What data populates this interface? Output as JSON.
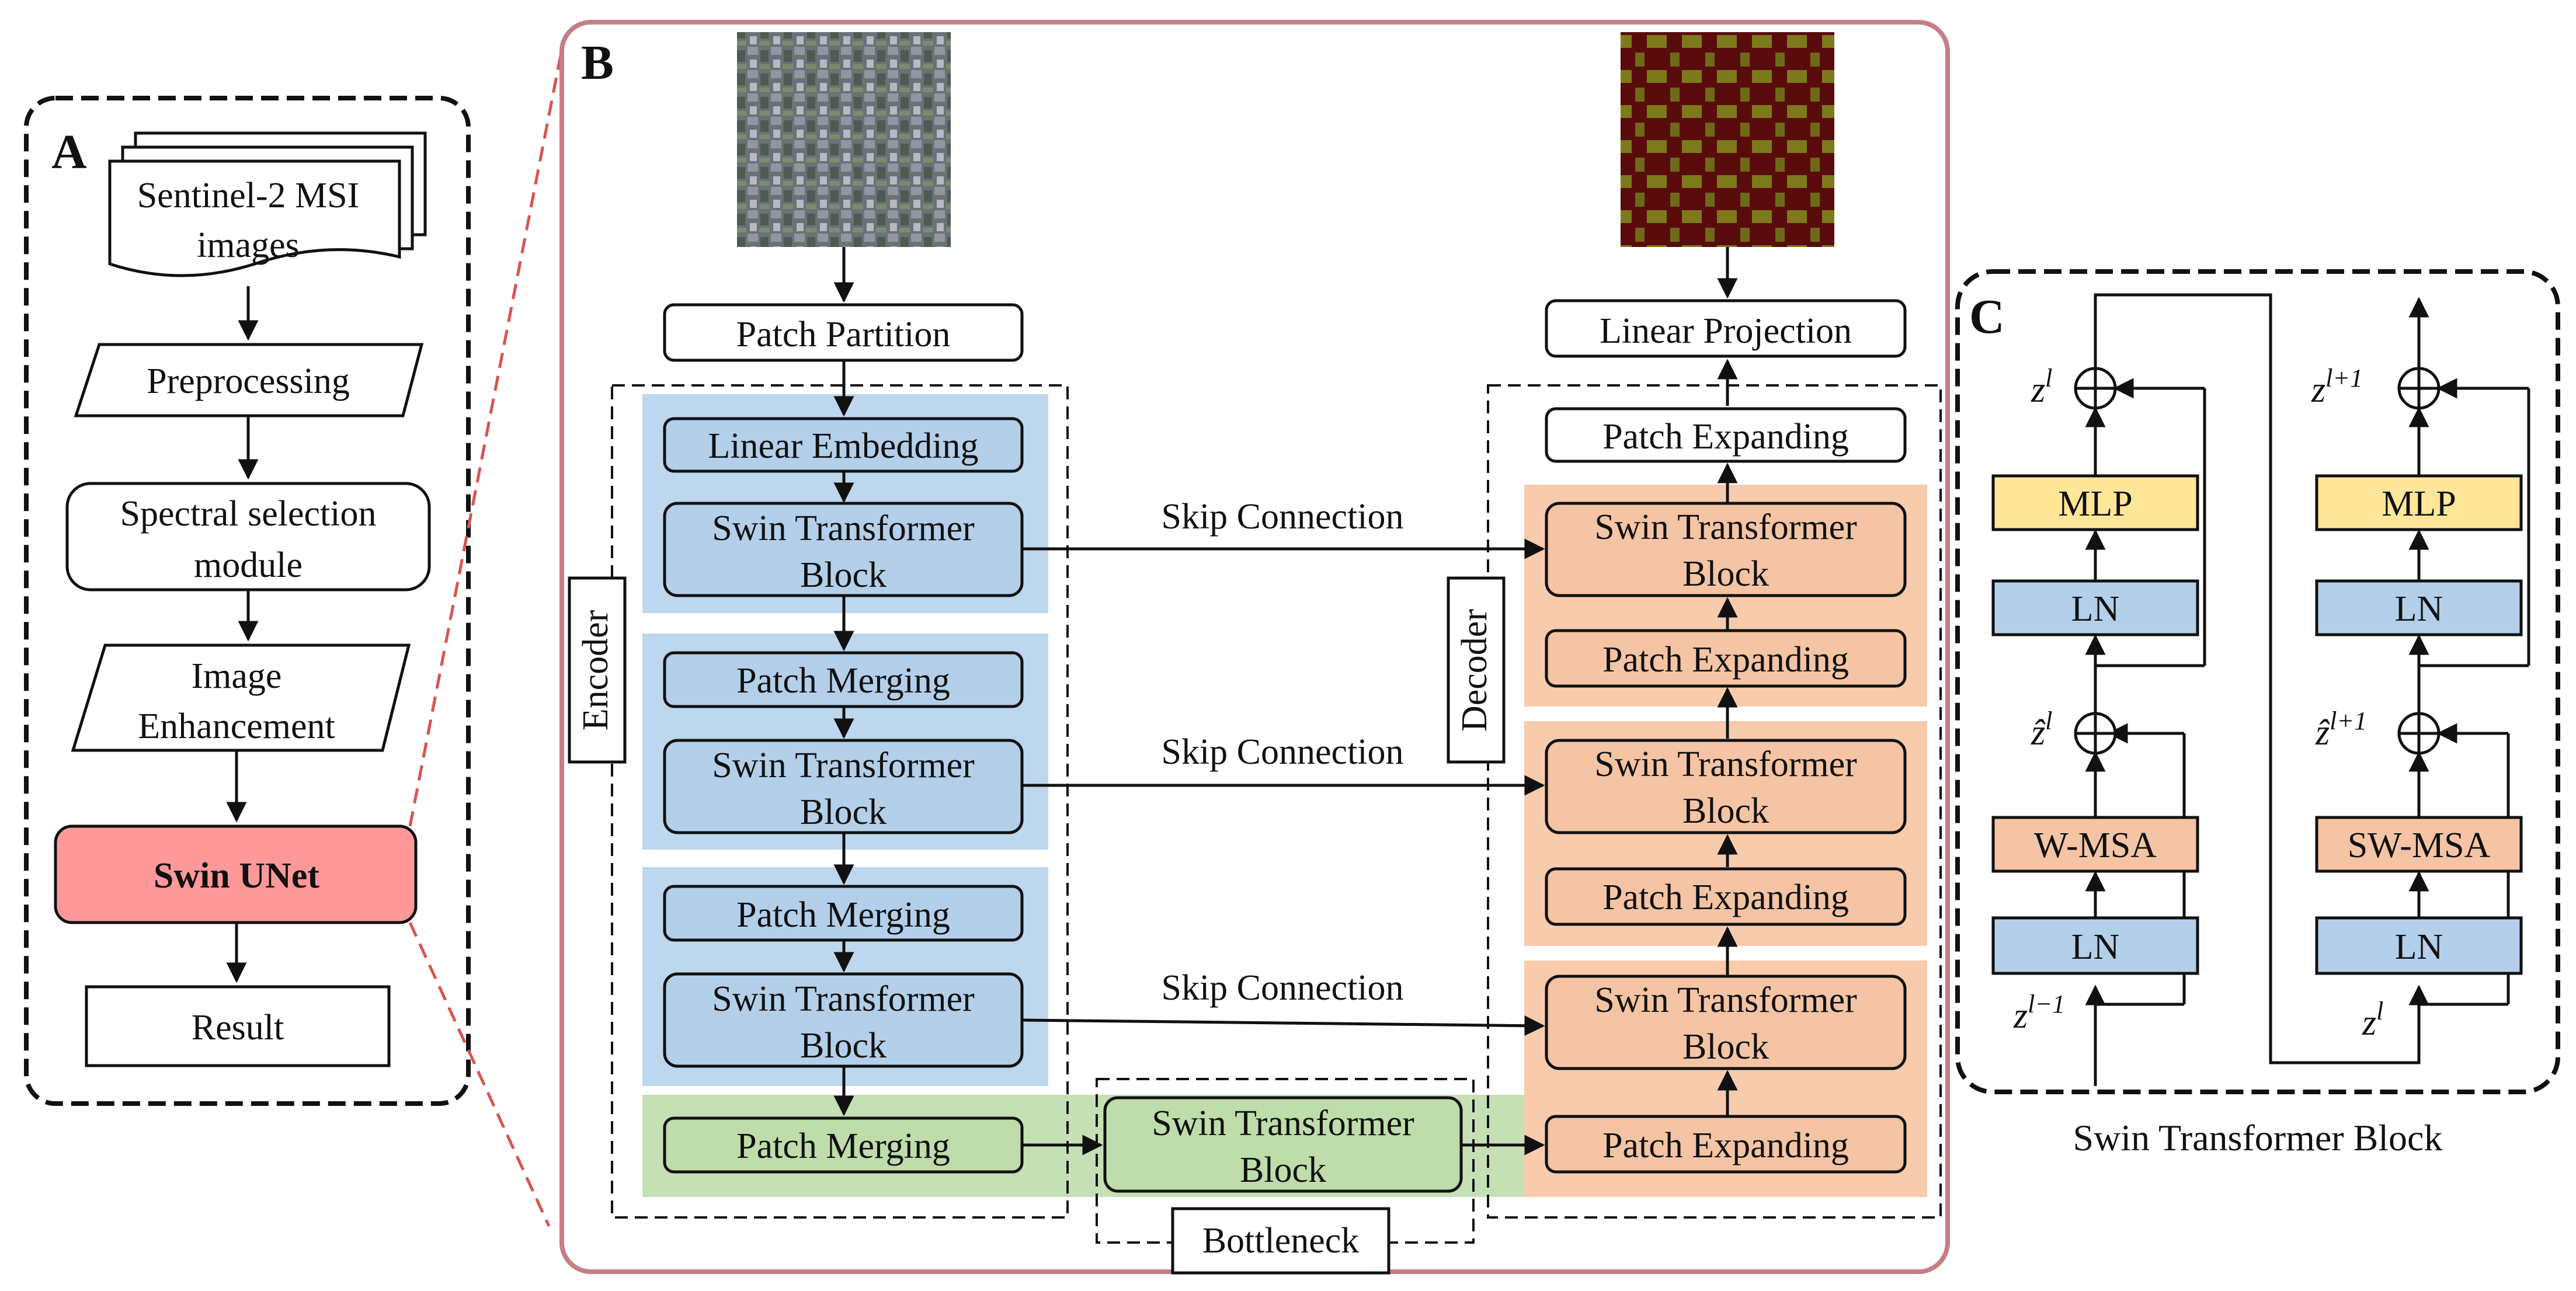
{
  "panel_a": {
    "letter": "A",
    "input": [
      "Sentinel-2 MSI",
      "images"
    ],
    "preprocessing": "Preprocessing",
    "spectral": [
      "Spectral selection",
      "module"
    ],
    "enhancement": [
      "Image",
      "Enhancement"
    ],
    "model": "Swin UNet",
    "result": "Result"
  },
  "panel_b": {
    "letter": "B",
    "patch_partition": "Patch Partition",
    "linear_embedding": "Linear Embedding",
    "swin_block": [
      "Swin Transformer",
      "Block"
    ],
    "patch_merging": "Patch Merging",
    "encoder": "Encoder",
    "decoder": "Decoder",
    "bottleneck": "Bottleneck",
    "skip_connection": "Skip Connection",
    "linear_projection": "Linear Projection",
    "patch_expanding": "Patch Expanding"
  },
  "panel_c": {
    "letter": "C",
    "mlp": "MLP",
    "ln": "LN",
    "wmsa": "W-MSA",
    "swmsa": "SW-MSA",
    "caption": "Swin Transformer Block"
  },
  "colors": {
    "blue": "#bdd7ee",
    "blue_box": "#b3cfea",
    "orange": "#f8cbad",
    "orange_box": "#f4c4a4",
    "green": "#c5e0b4",
    "green_box": "#bfdcab",
    "red_box": "#ff9999",
    "mlp_yellow": "#ffe699",
    "panel_b_border": "#c47f84",
    "zoom_line": "#d9534f"
  }
}
